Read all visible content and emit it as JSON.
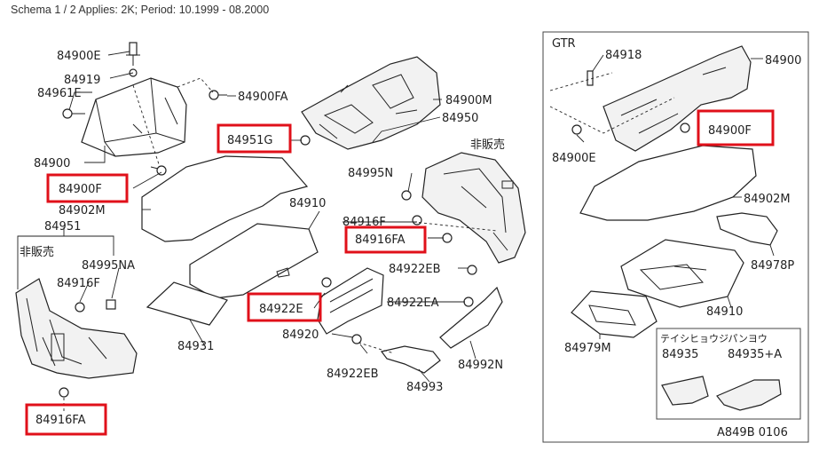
{
  "header": {
    "text": "Schema 1 / 2 Applies: 2K; Period: 10.1999 - 08.2000"
  },
  "colors": {
    "highlight": "#e0101a",
    "line": "#222222",
    "background": "#ffffff"
  },
  "labels": {
    "p84900E_a": "84900E",
    "p84919": "84919",
    "p84961E": "84961E",
    "p84900FA_a": "84900FA",
    "p84900M": "84900M",
    "p84950": "84950",
    "p84951G": "84951G",
    "p84900_a": "84900",
    "p84900F_a": "84900F",
    "p84902M_a": "84902M",
    "p84910_a": "84910",
    "p84951": "84951",
    "jp_hihanbai_a": "非販売",
    "jp_hihanbai_b": "非販売",
    "p84995N": "84995N",
    "p84995NA": "84995NA",
    "p84916F_a": "84916F",
    "p84916F_b": "84916F",
    "p84916FA_a": "84916FA",
    "p84916FA_b": "84916FA",
    "p84922EB_a": "84922EB",
    "p84922EB_b": "84922EB",
    "p84922E": "84922E",
    "p84922EA": "84922EA",
    "p84920": "84920",
    "p84931": "84931",
    "p84993": "84993",
    "p84992N": "84992N",
    "gtr": "GTR",
    "p84918": "84918",
    "p84900_b": "84900",
    "p84900F_b": "84900F",
    "p84900E_b": "84900E",
    "p84902M_b": "84902M",
    "p84978P": "84978P",
    "p84910_b": "84910",
    "p84979M": "84979M",
    "jp_katakana": "テイシヒョウジパンヨウ",
    "p84935": "84935",
    "p84935A": "84935+A",
    "diagram_code": "A849B 0106"
  }
}
